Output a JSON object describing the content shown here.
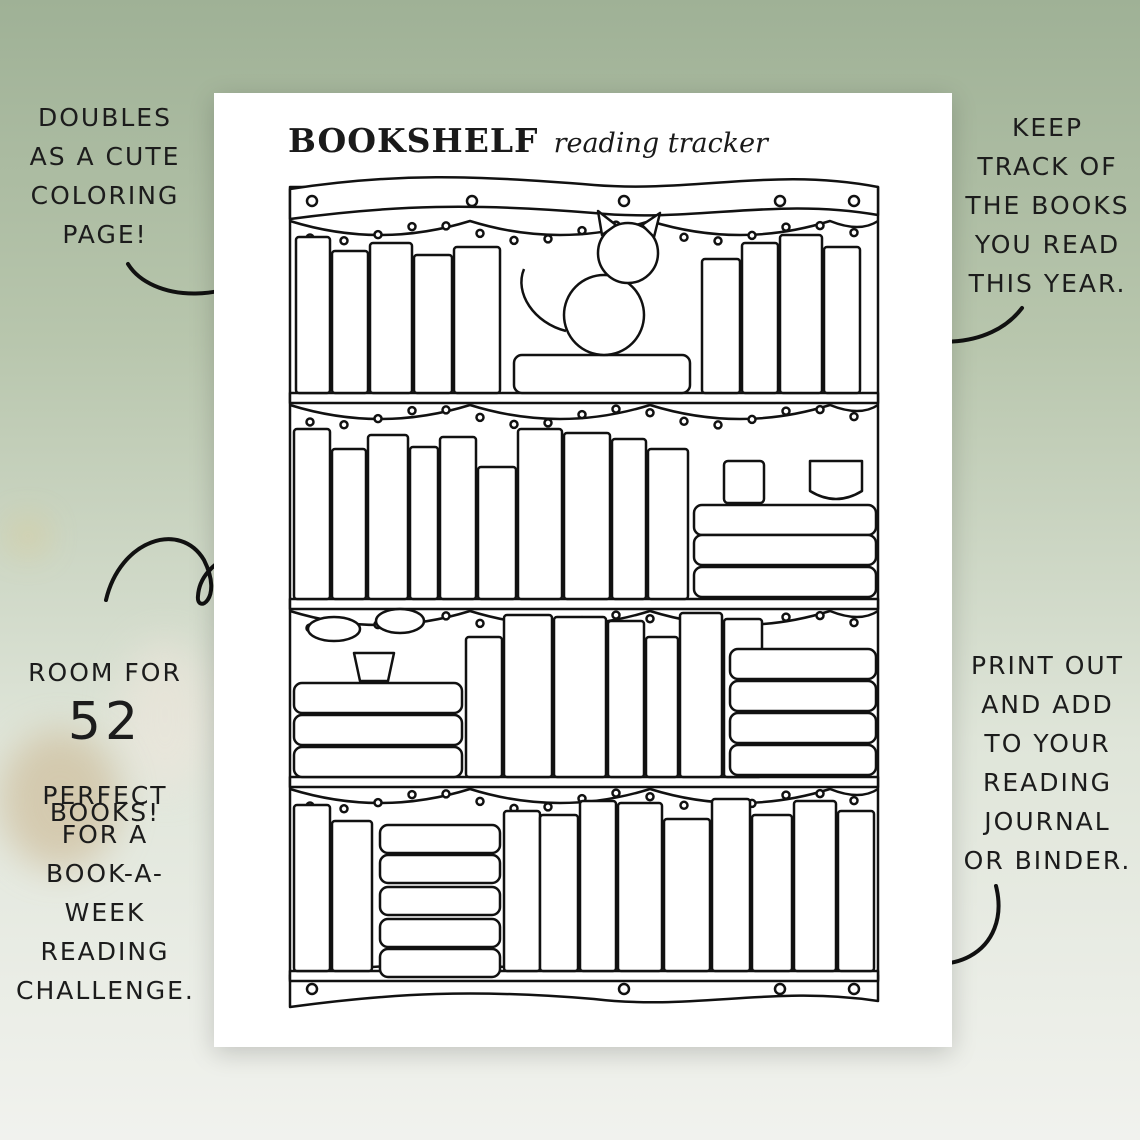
{
  "sheet": {
    "title_bold": "BOOKSHELF",
    "title_script": "reading tracker"
  },
  "callouts": {
    "top_left": "DOUBLES\nAS A CUTE\nCOLORING\nPAGE!",
    "top_right": "KEEP\nTRACK OF\nTHE BOOKS\nYOU READ\nTHIS YEAR.",
    "mid_left_top": "ROOM FOR",
    "mid_left_number": "52",
    "mid_left_bottom": "BOOKS!",
    "bottom_left": "PERFECT\nFOR A\nBOOK-A-\nWEEK\nREADING\nCHALLENGE.",
    "bottom_right": "PRINT OUT\nAND ADD\nTO YOUR\nREADING\nJOURNAL\nOR BINDER."
  },
  "colors": {
    "background": "#b8c6ad",
    "ink": "#1a1a1a",
    "paper": "#ffffff"
  }
}
